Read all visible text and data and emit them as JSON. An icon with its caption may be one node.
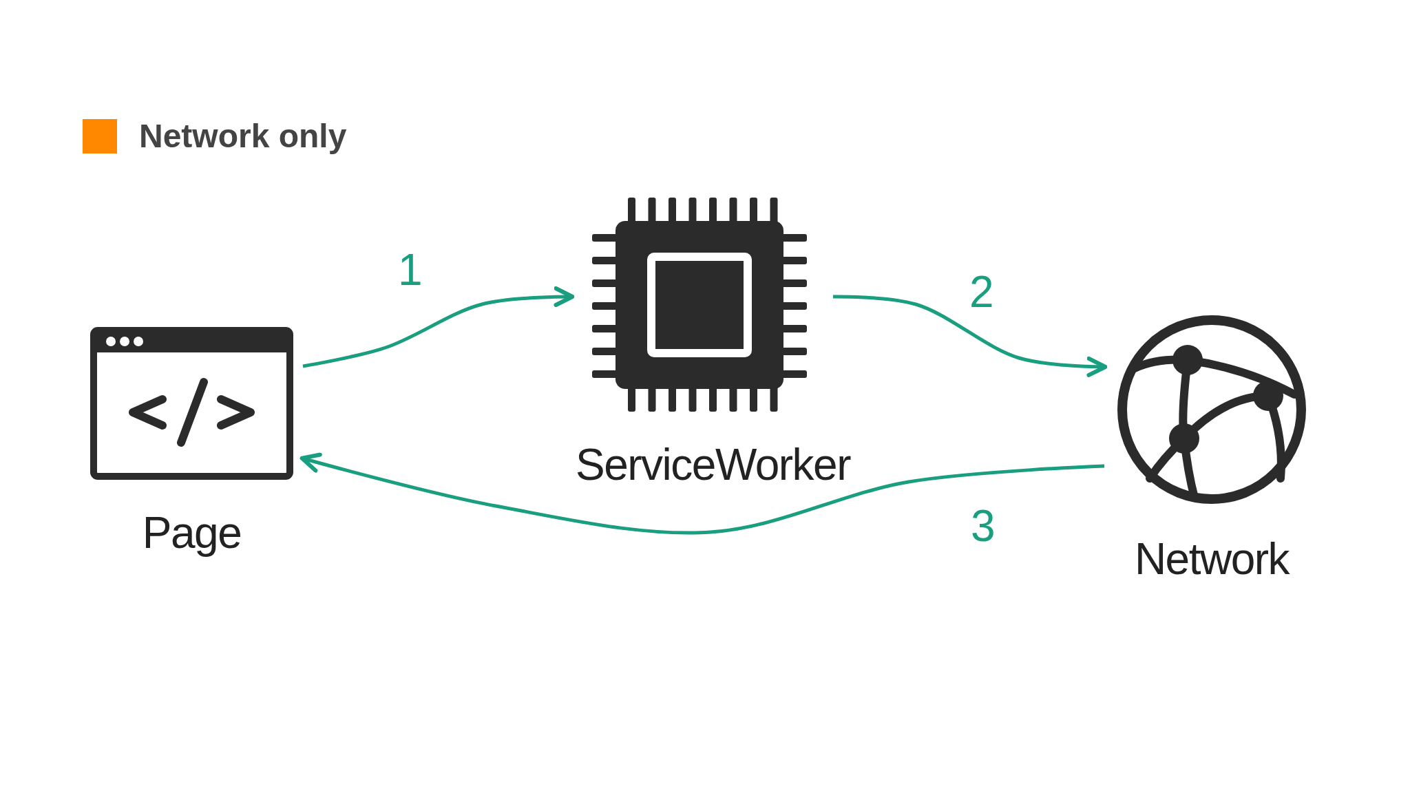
{
  "diagram": {
    "nodes": [
      {
        "text": [
          "Page"
        ]
      },
      {
        "text": [
          "ServiceWorker"
        ]
      },
      {
        "text": [
          "Network"
        ]
      }
    ],
    "edges": [
      {
        "from": 0,
        "to": 1,
        "arrow": "to",
        "label": "1"
      },
      {
        "from": 1,
        "to": 2,
        "arrow": "to",
        "label": "2"
      },
      {
        "from": 2,
        "to": 0,
        "arrow": "to",
        "label": "3"
      }
    ],
    "legend": [
      {
        "text": "Network only",
        "color": "#ff8800"
      }
    ]
  }
}
